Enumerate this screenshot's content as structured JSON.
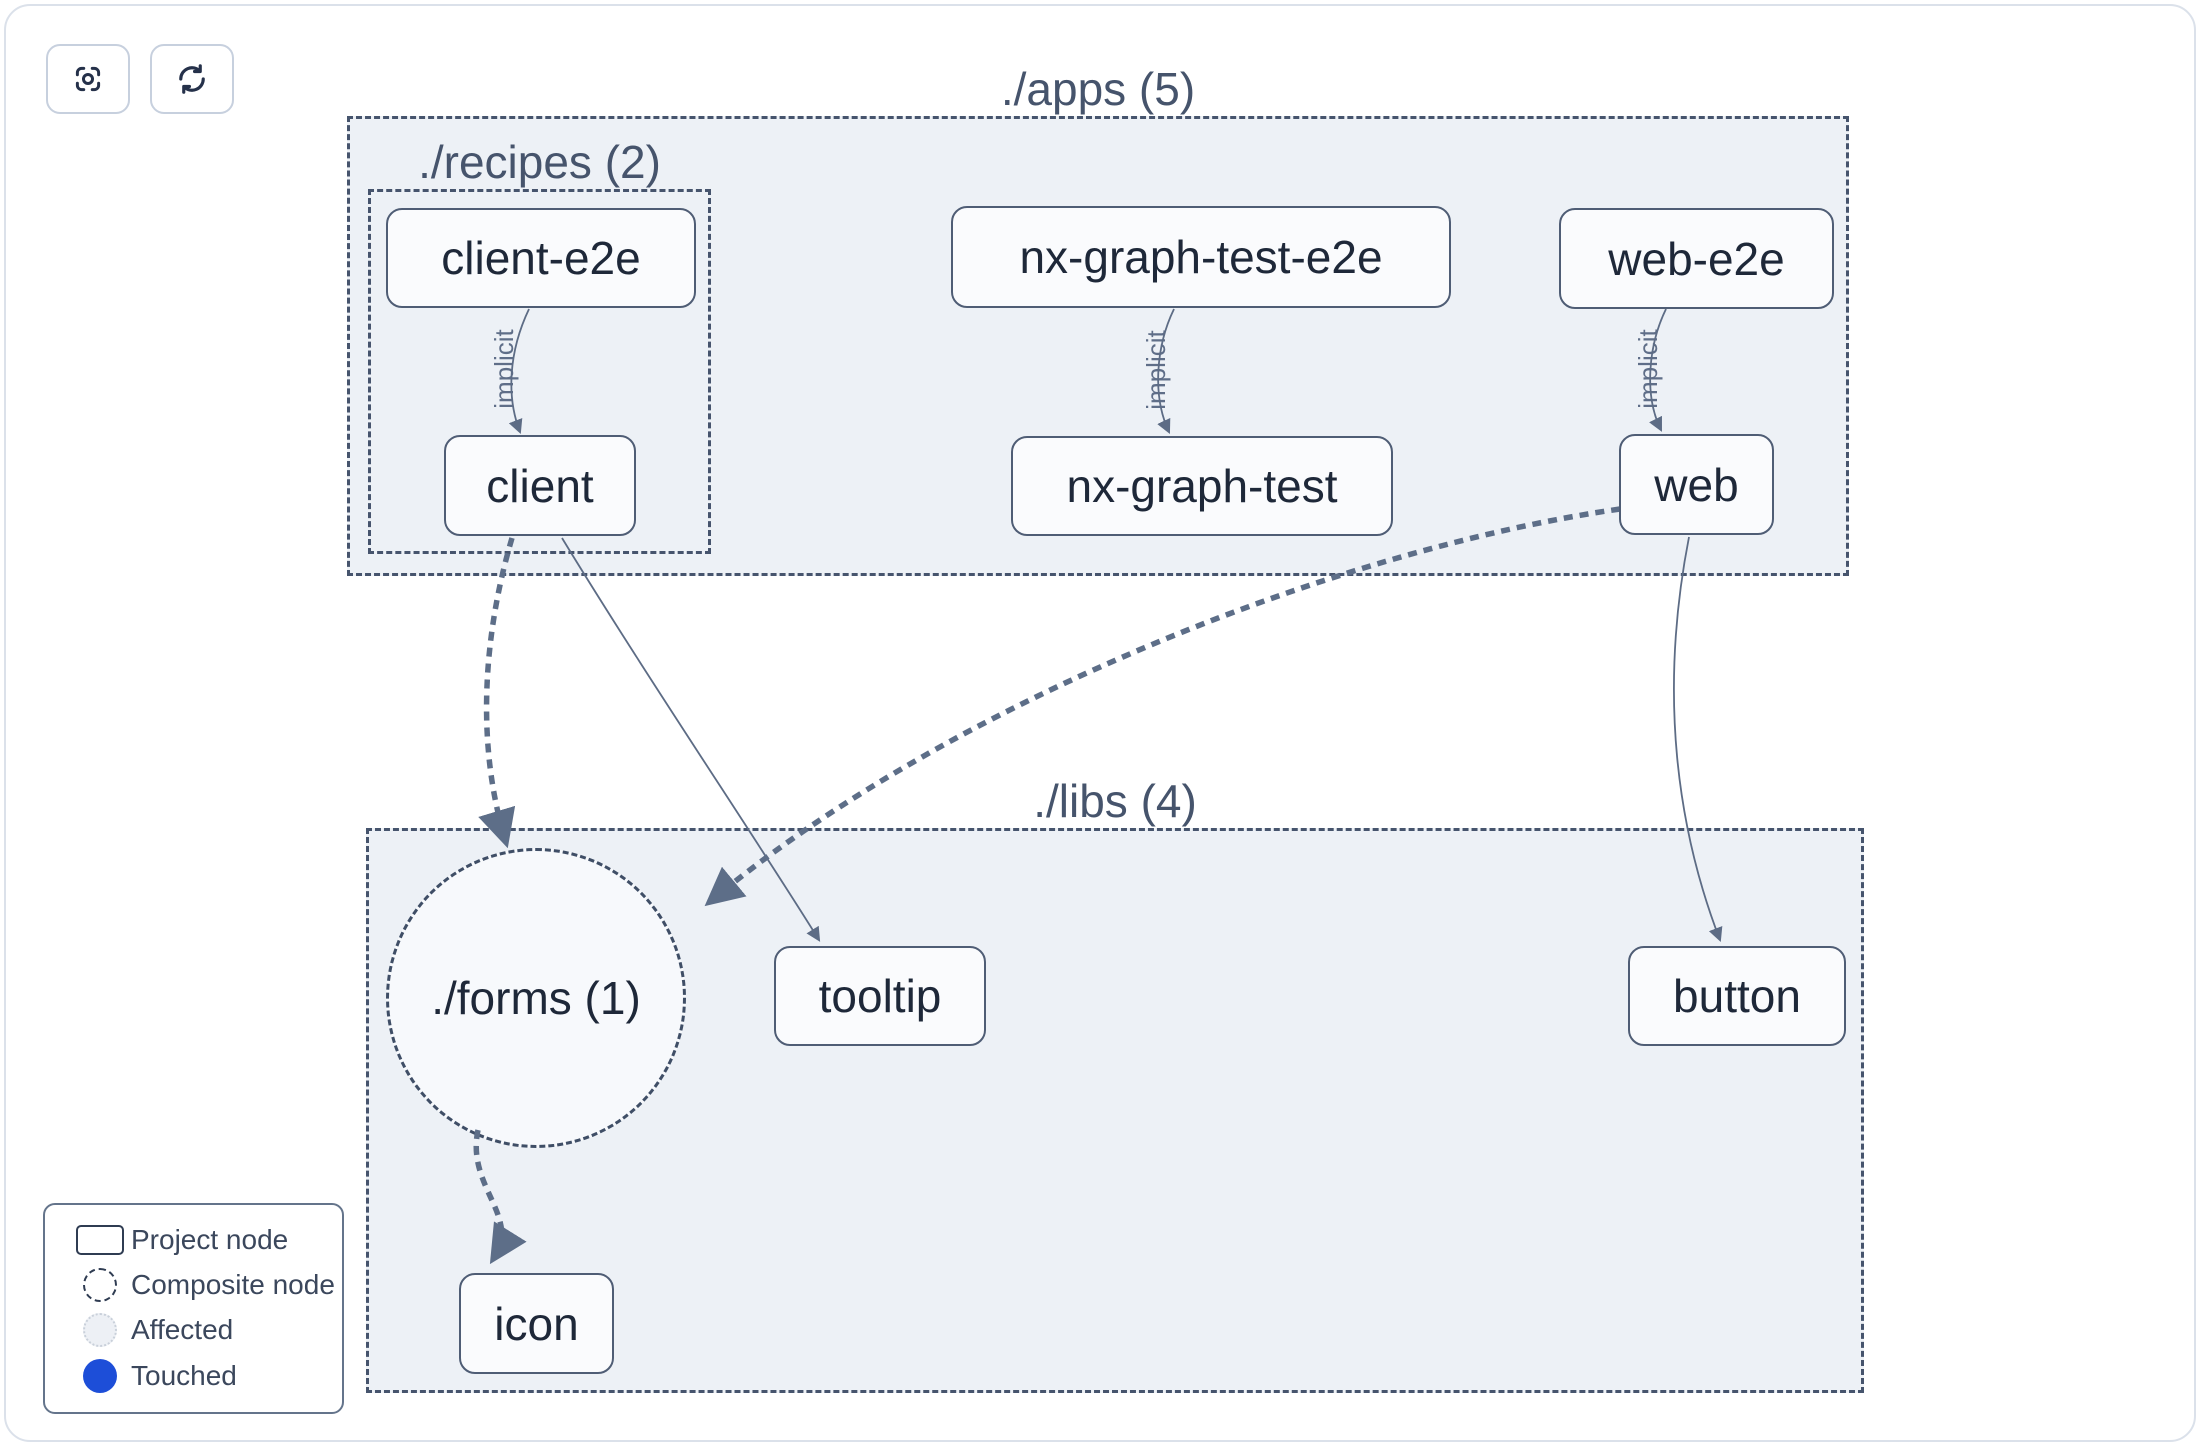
{
  "toolbar": {
    "buttons": [
      {
        "name": "center-graph",
        "icon": "focus-icon"
      },
      {
        "name": "refresh-graph",
        "icon": "refresh-icon"
      }
    ]
  },
  "graph": {
    "clusters": [
      {
        "id": "apps",
        "label": "./apps (5)"
      },
      {
        "id": "recipes",
        "label": "./recipes (2)",
        "parent": "apps"
      },
      {
        "id": "libs",
        "label": "./libs (4)"
      }
    ],
    "nodes": [
      {
        "id": "client-e2e",
        "label": "client-e2e",
        "cluster": "recipes",
        "type": "project"
      },
      {
        "id": "client",
        "label": "client",
        "cluster": "recipes",
        "type": "project"
      },
      {
        "id": "nx-graph-test-e2e",
        "label": "nx-graph-test-e2e",
        "cluster": "apps",
        "type": "project"
      },
      {
        "id": "nx-graph-test",
        "label": "nx-graph-test",
        "cluster": "apps",
        "type": "project"
      },
      {
        "id": "web-e2e",
        "label": "web-e2e",
        "cluster": "apps",
        "type": "project"
      },
      {
        "id": "web",
        "label": "web",
        "cluster": "apps",
        "type": "project"
      },
      {
        "id": "forms",
        "label": "./forms (1)",
        "cluster": "libs",
        "type": "composite"
      },
      {
        "id": "tooltip",
        "label": "tooltip",
        "cluster": "libs",
        "type": "project"
      },
      {
        "id": "button",
        "label": "button",
        "cluster": "libs",
        "type": "project"
      },
      {
        "id": "icon",
        "label": "icon",
        "cluster": "libs",
        "type": "project"
      }
    ],
    "edges": [
      {
        "from": "client-e2e",
        "to": "client",
        "style": "thin-labeled",
        "label": "implicit"
      },
      {
        "from": "nx-graph-test-e2e",
        "to": "nx-graph-test",
        "style": "thin-labeled",
        "label": "implicit"
      },
      {
        "from": "web-e2e",
        "to": "web",
        "style": "thin-labeled",
        "label": "implicit"
      },
      {
        "from": "client",
        "to": "forms",
        "style": "thick-dashed"
      },
      {
        "from": "client",
        "to": "tooltip",
        "style": "thin-solid"
      },
      {
        "from": "web",
        "to": "forms",
        "style": "thick-dashed"
      },
      {
        "from": "web",
        "to": "button",
        "style": "thin-solid"
      },
      {
        "from": "forms",
        "to": "icon",
        "style": "thick-dashed"
      }
    ]
  },
  "legend": {
    "items": [
      {
        "swatch": "project-node",
        "label": "Project node"
      },
      {
        "swatch": "composite-node",
        "label": "Composite node"
      },
      {
        "swatch": "affected",
        "label": "Affected"
      },
      {
        "swatch": "touched",
        "label": "Touched"
      }
    ]
  },
  "colors": {
    "touched": "#1d4ed8",
    "affected_fill": "#edf0f5",
    "cluster_fill": "#edf1f6",
    "cluster_border": "#46546d",
    "node_border": "#4f5d75",
    "edge": "#5d6c85"
  }
}
